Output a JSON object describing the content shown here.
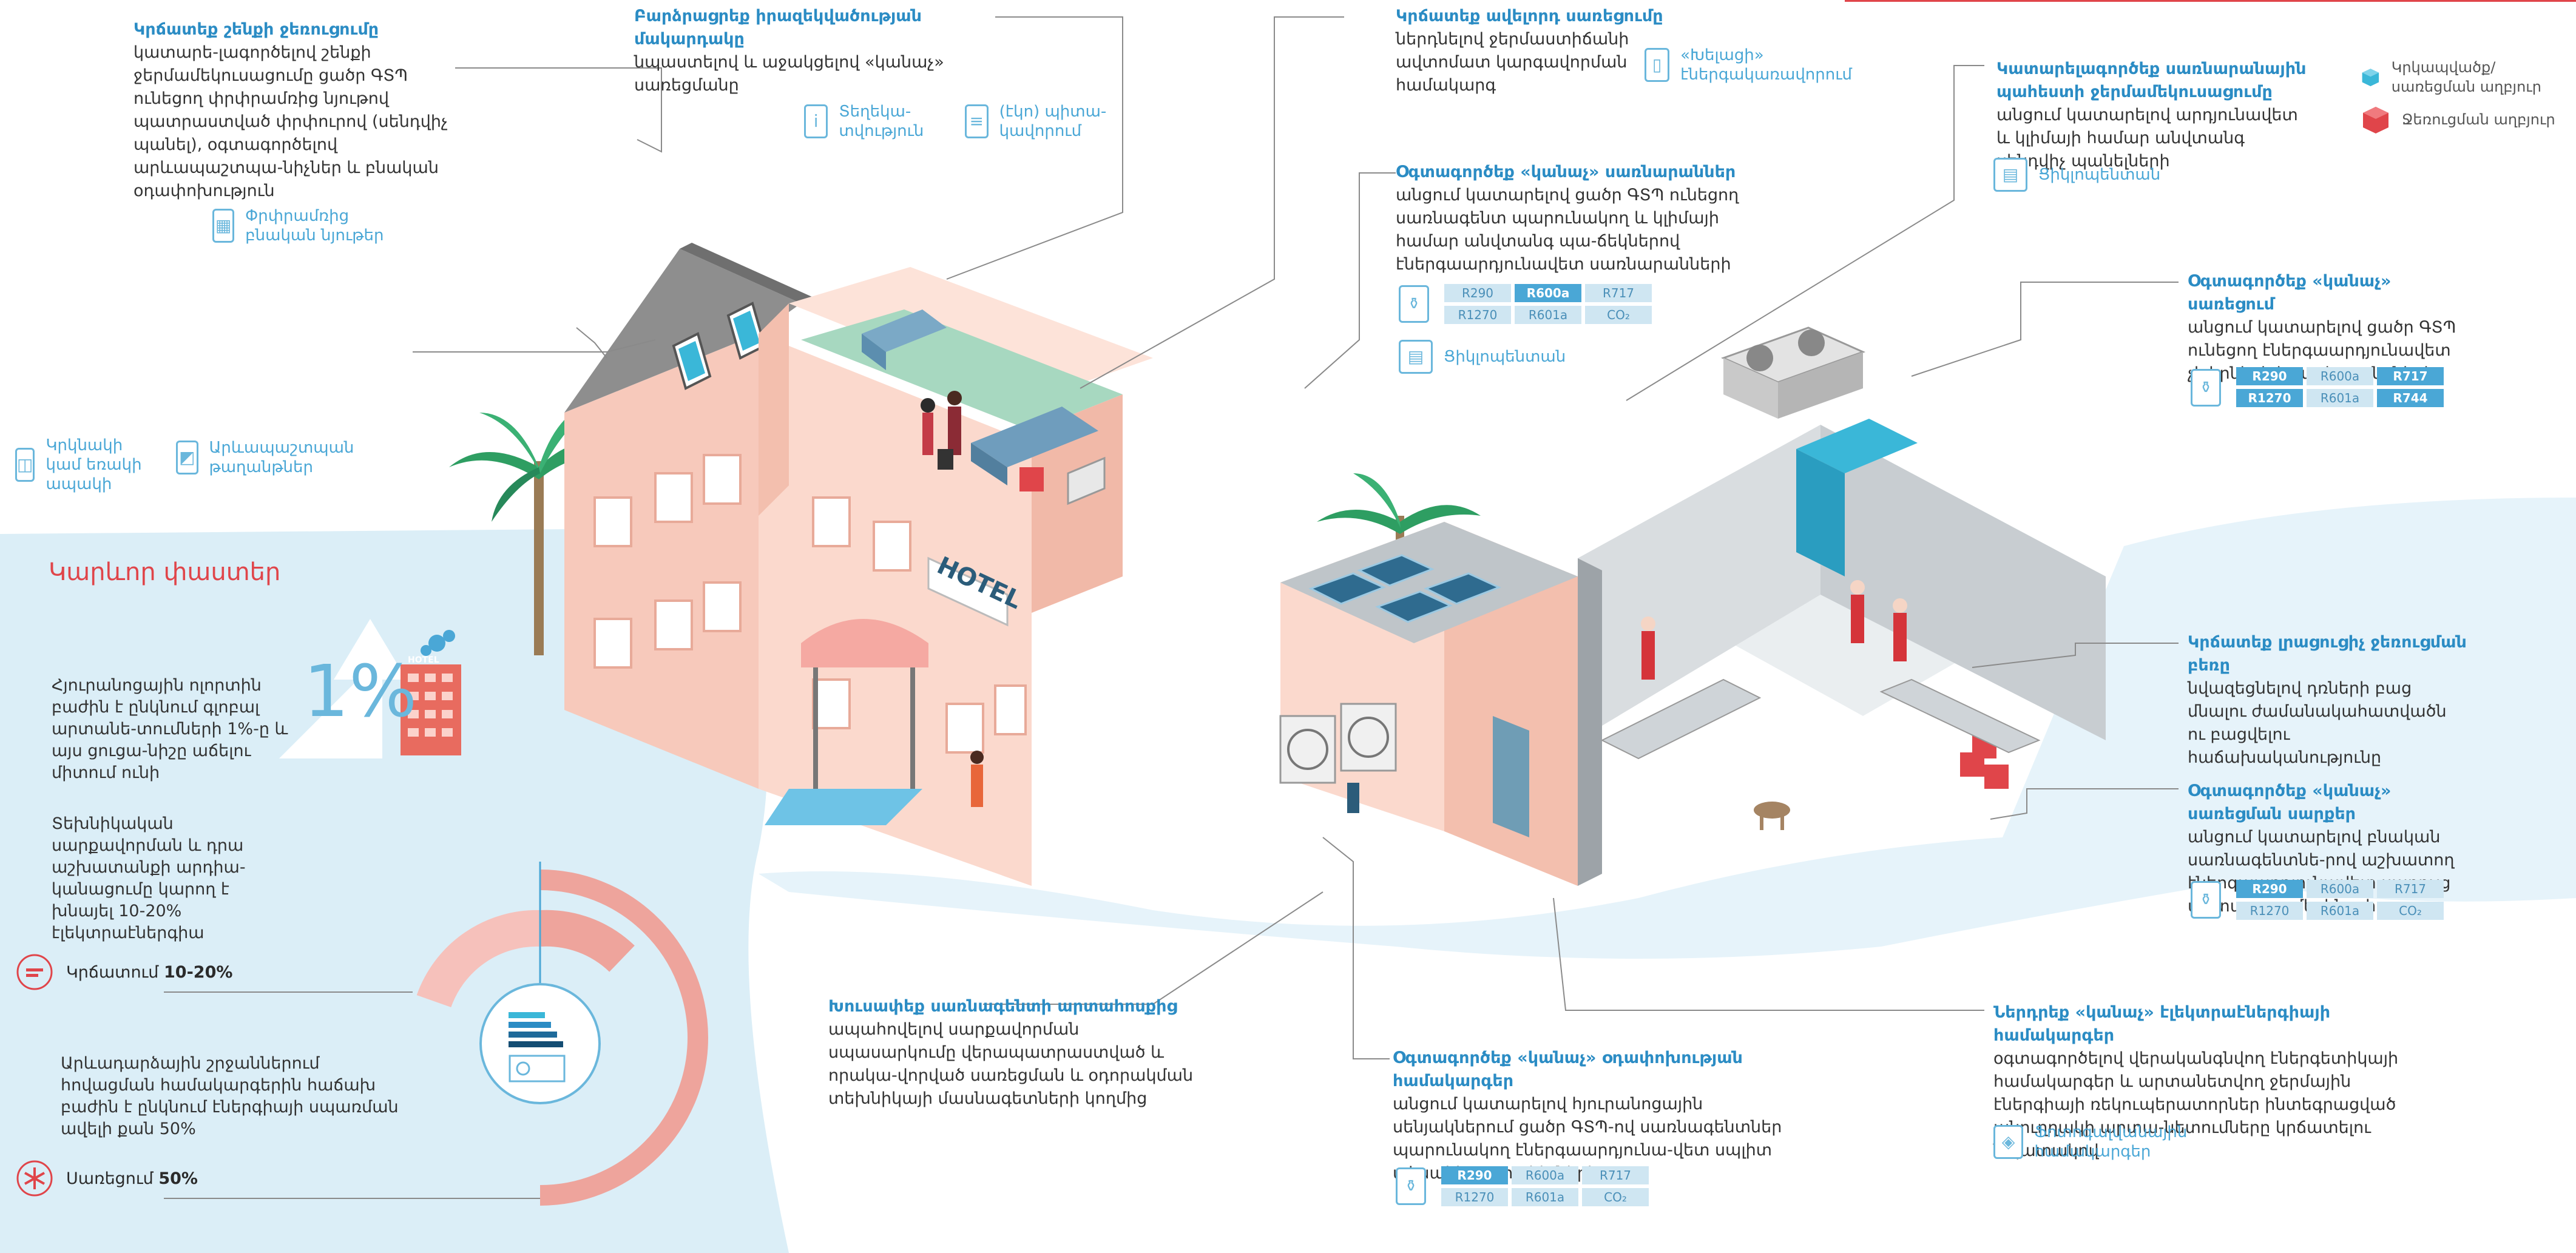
{
  "colors": {
    "accent_blue": "#2b8cc4",
    "light_blue": "#d9edf6",
    "salmon": "#f2b5a4",
    "red": "#e0454a",
    "cyan": "#3ab7d8"
  },
  "legend": {
    "cooling": {
      "icon": "blue-cube-icon",
      "label": "Կրկապվածք/ սառեցման աղբյուր"
    },
    "heat": {
      "icon": "red-cube-icon",
      "label": "Ջեռուցման աղբյուր"
    }
  },
  "callouts": {
    "c1": {
      "head": "Կրճատեք շենքի ջեռուցումը",
      "body": " կատարե-լագործելով շենքի ջերմամեկուսացումը ցածր ԳՏՊ ունեցող փրփրամռից նյութով պատրաստված փրփուրով (սենդվիչ պանել), օգտագործելով արևապաշտպա-նիչներ և բնական օդափոխություն"
    },
    "c2": {
      "head": "Բարձրացրեք իրազեկվածության մակարդակը",
      "body": "նպաստելով և աջակցելով «կանաչ» սառեցմանը"
    },
    "c3": {
      "head": "Կրճատեք ավելորդ սառեցումը",
      "body": "ներդնելով ջերմաստիճանի ավտոմատ կարգավորման համակարգ"
    },
    "c4": {
      "head": "Օգտագործեք «կանաչ» սառնարաններ",
      "body": " անցում կատարելով ցածր ԳՏՊ ունեցող սառնագենտ պարունակող և կլիմայի համար անվտանգ պա-ճեկներով էներգաարդյունավետ սառնարանների"
    },
    "c5": {
      "head": "Կատարելագործեք սառնարանային պահեստի ջերմամեկուսացումը",
      "body": " անցում կատարելով արդյունավետ և կլիմայի համար անվտանգ սենդվիչ պանելների"
    },
    "c6": {
      "head": "Օգտագործեք «կանաչ» սառեցում",
      "body": "անցում կատարելով ցածր ԳՏՊ ունեցող էներգաարդյունավետ չիլերների և այլ կայանքների"
    },
    "c7": {
      "head": "Կրճատեք լրացուցիչ ջեռուցման բեռը",
      "body": "նվազեցնելով դռների բաց մնալու ժամանակահատվածն ու բացվելու հաճախականությունը"
    },
    "c8": {
      "head": "Օգտագործեք «կանաչ» սառեցման սարքեր",
      "body": "անցում կատարելով բնական սառնագենտնե-րով աշխատող էներգաարդյունավետ սառույց արտադրող մեքենայի"
    },
    "c9": {
      "head": "Ներդրեք «կանաչ» էլեկտրաէներգիայի համակարգեր",
      "body": "օգտագործելով վերականգնվող էներգետիկայի համակարգեր և արտանետվող ջերմային էներգիայի ռեկուպերատորներ ինտեգրացված անուղղակի արտա-նետումները կրճատելու նպատակով"
    },
    "c10": {
      "head": "Օգտագործեք «կանաչ» օդափոխության համակարգեր",
      "body": "անցում կատարելով հյուրանոցային սենյակներում ցածր ԳՏՊ-ով սառնագենտներ պարունակող էներգաարդյունա-վետ սպլիտ տեսակի օդորակիչների"
    },
    "c11": {
      "head": "Խուսափեք սառնագենտի արտահոսքից",
      "body": "ապահովելով սարքավորման սպասարկումը վերապատրաստված և որակա-վորված սառեցման և օդորակման տեխնիկայի մասնագետների կողմից"
    }
  },
  "icon_labels": {
    "info": {
      "icon": "info-icon",
      "label": "Տեղեկա-տվություն"
    },
    "label_tag": {
      "icon": "label-icon",
      "label": "(էկո) պիտա-կավորում"
    },
    "foam": {
      "icon": "foam-icon",
      "label": "Փրփրամռից բնական նյութեր"
    },
    "smart": {
      "icon": "smart-control-icon",
      "label": "«Խելացի» էներգակառավորում"
    },
    "window": {
      "icon": "window-icon",
      "label": "Կրկնակի կամ եռակի ապակի"
    },
    "shade": {
      "icon": "shade-icon",
      "label": "Արևապաշտպան թաղանթներ"
    },
    "cyclopentane1": {
      "icon": "panel-icon",
      "label": "Ցիկլոպենտան"
    },
    "cyclopentane2": {
      "icon": "panel-icon",
      "label": "Ցիկլոպենտան"
    },
    "photovoltaic": {
      "icon": "solar-icon",
      "label": "Ֆոտոգալվանային համակարգեր"
    }
  },
  "refrigerant_tables": {
    "t1": {
      "cells": [
        "R290",
        "R600a",
        "R717",
        "R1270",
        "R601a",
        "CO₂"
      ],
      "highlight": [
        1
      ]
    },
    "t2": {
      "cells": [
        "R290",
        "R600a",
        "R717",
        "R1270",
        "R601a",
        "R744"
      ],
      "highlight": [
        0,
        2,
        3,
        5
      ]
    },
    "t3": {
      "cells": [
        "R290",
        "R600a",
        "R717",
        "R1270",
        "R601a",
        "CO₂"
      ],
      "highlight": [
        0
      ]
    },
    "t4": {
      "cells": [
        "R290",
        "R600a",
        "R717",
        "R1270",
        "R601a",
        "CO₂"
      ],
      "highlight": [
        0
      ]
    }
  },
  "key_facts": {
    "title": "Կարևոր փաստեր",
    "percent": "1%",
    "fact1": "Հյուրանոցային ոլորտին բաժին է ընկնում գլոբալ արտանե-տումների 1%-ը և այս ցուցա-նիշը աճելու միտում ունի",
    "fact2": "Տեխնիկական սարքավորման և դրա աշխատանքի արդիա-կանացումը կարող է խնայել 10-20% էլեկտրաէներգիա",
    "reduction_prefix": "Կրճատում ",
    "reduction_value": "10-20%",
    "fact3": "Արևադարձային շրջաններում հովացման համակարգերին հաճախ բաժին է ընկնում էներգիայի սպառման ավելի քան 50%",
    "cooling_prefix": "Սառեցում ",
    "cooling_value": "50%",
    "hotel_sign": "HOTEL",
    "mini_hotel_sign": "HOTEL"
  }
}
